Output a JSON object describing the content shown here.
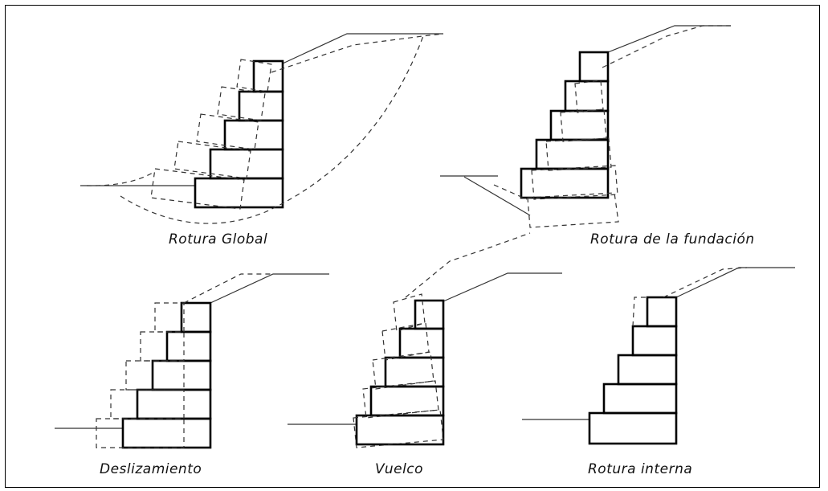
{
  "figure": {
    "panels": [
      {
        "id": "global",
        "caption": "Rotura Global"
      },
      {
        "id": "foundation",
        "caption": "Rotura de la fundación"
      },
      {
        "id": "sliding",
        "caption": "Deslizamiento"
      },
      {
        "id": "overturning",
        "caption": "Vuelco"
      },
      {
        "id": "internal",
        "caption": "Rotura interna"
      }
    ]
  }
}
